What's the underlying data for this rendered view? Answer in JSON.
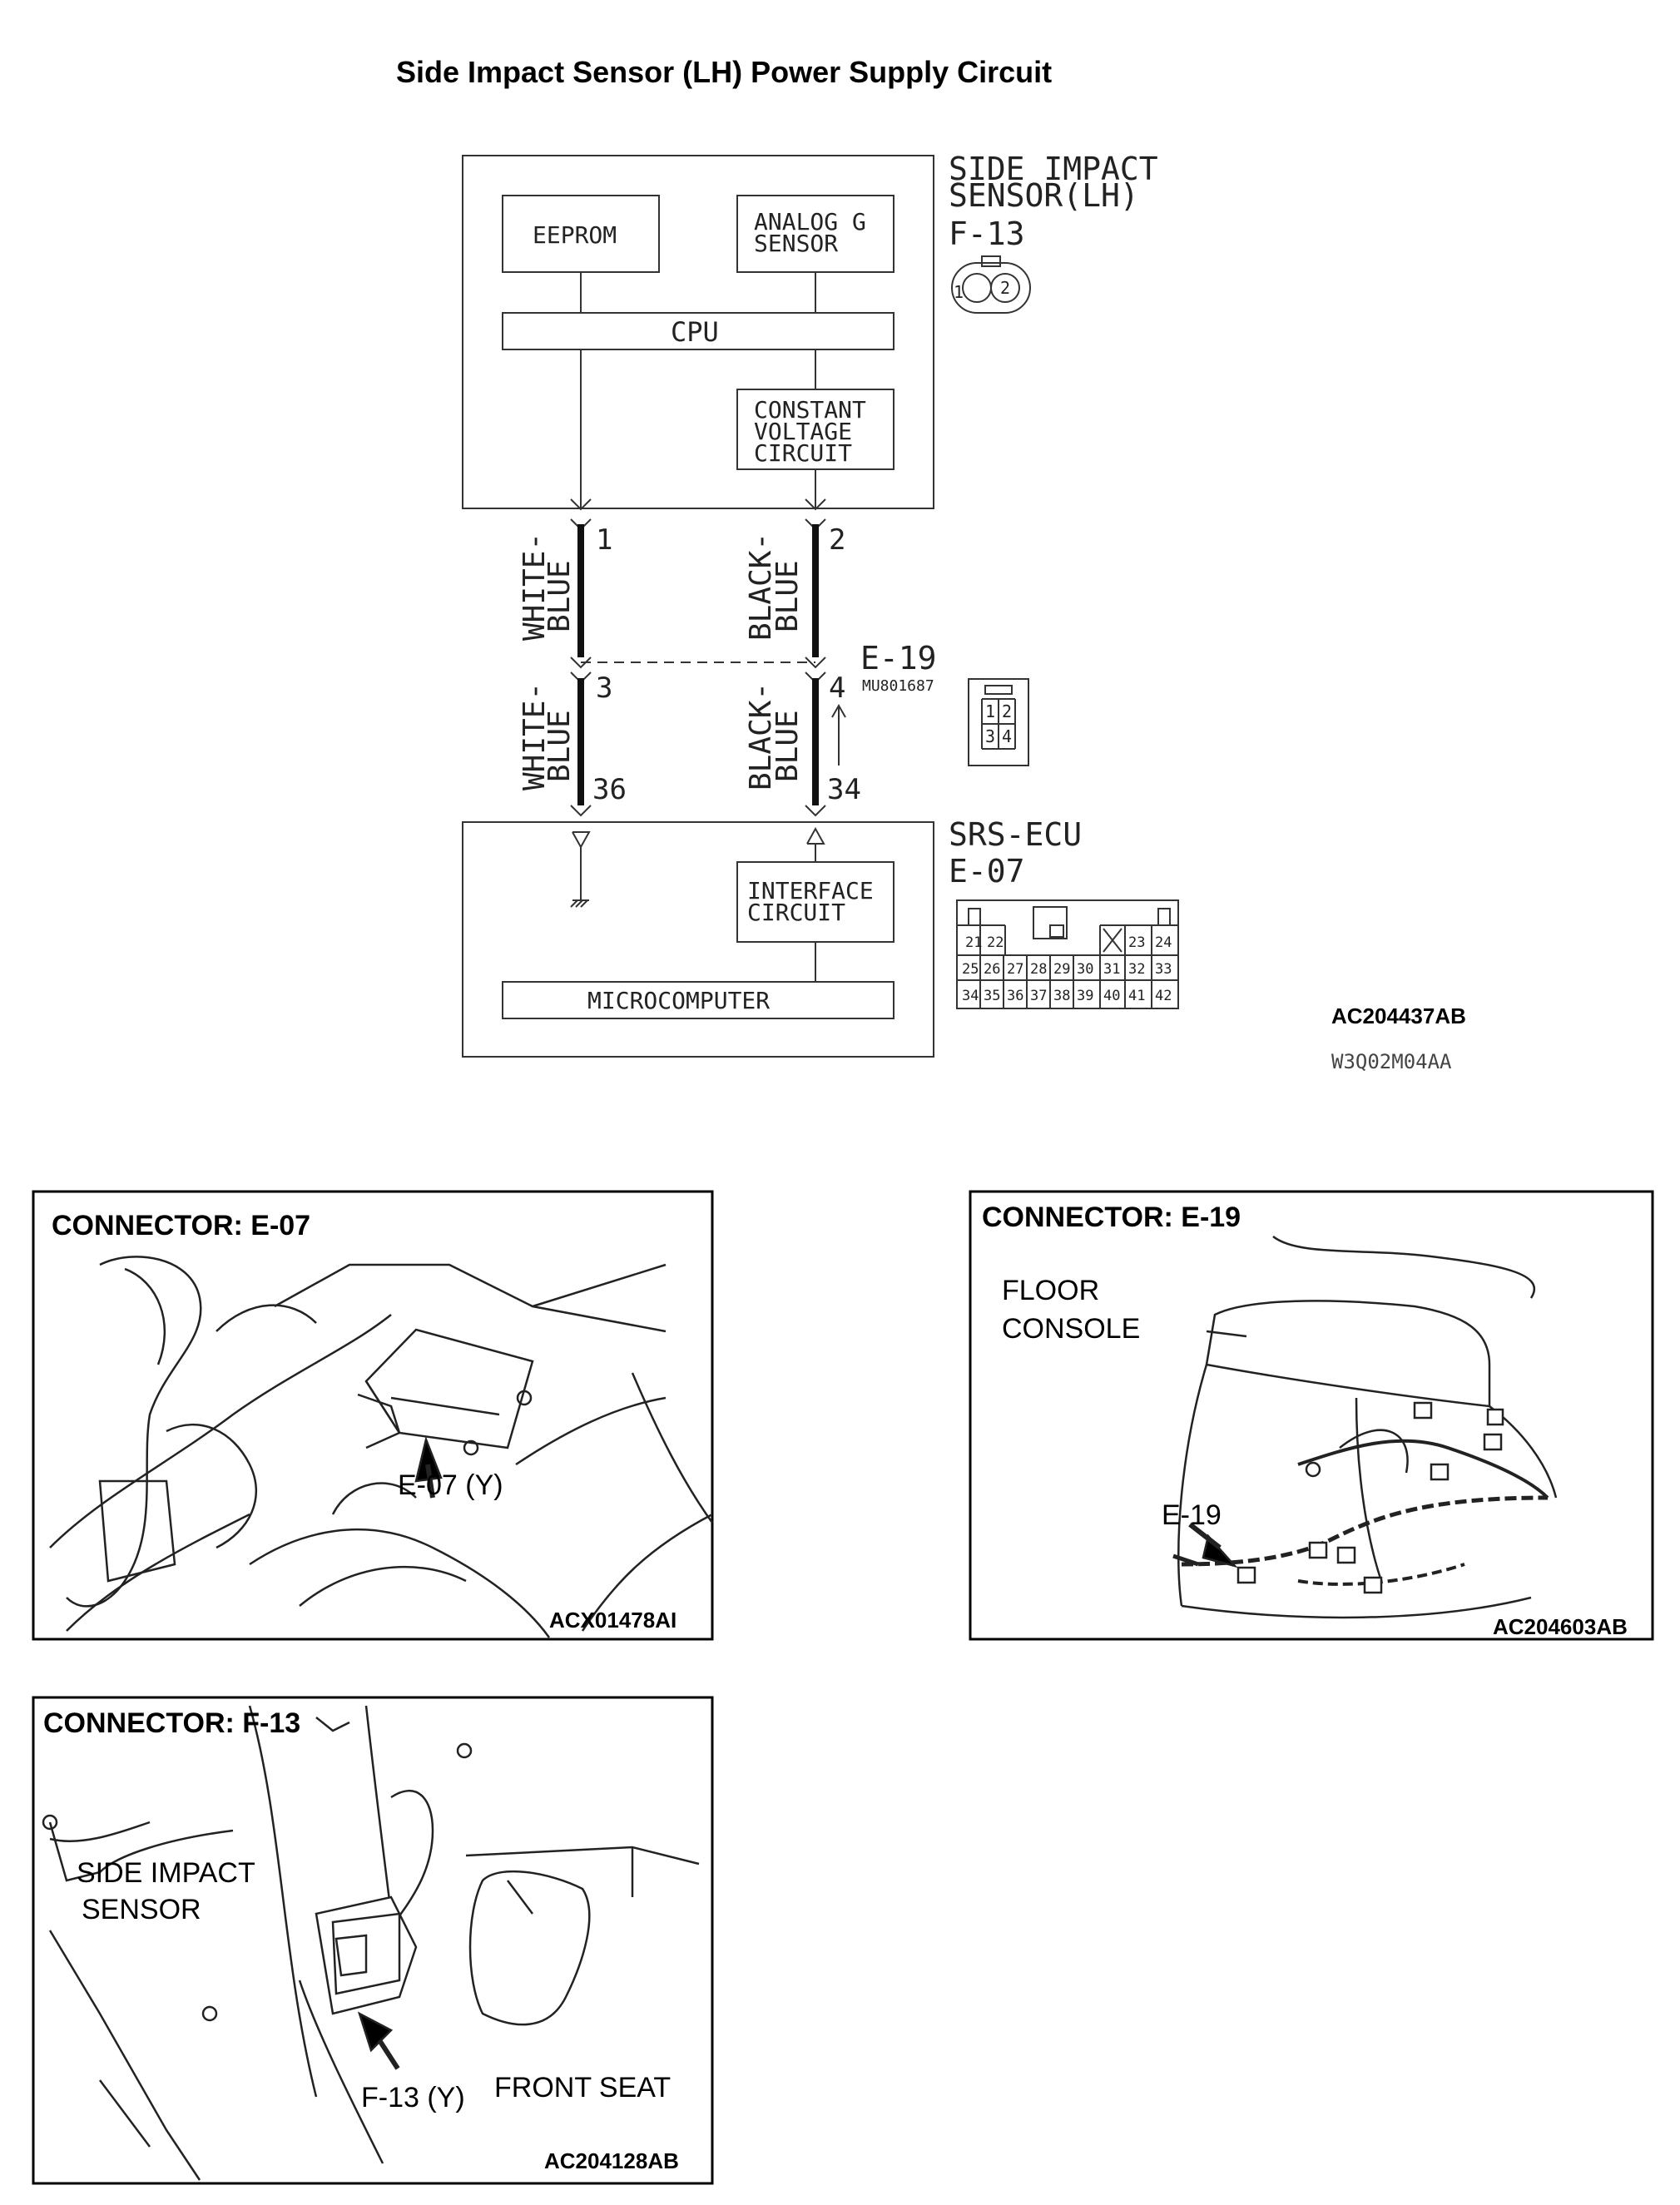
{
  "title": "Side Impact Sensor (LH) Power Supply Circuit",
  "schematic": {
    "sensor": {
      "name_line1": "SIDE IMPACT",
      "name_line2": "SENSOR(LH)",
      "connector": "F-13",
      "eeprom": "EEPROM",
      "analog_line1": "ANALOG G",
      "analog_line2": "SENSOR",
      "cpu": "CPU",
      "cv_line1": "CONSTANT",
      "cv_line2": "VOLTAGE",
      "cv_line3": "CIRCUIT",
      "pins": [
        "1",
        "2"
      ]
    },
    "wires": {
      "left_upper_1": "WHITE-",
      "left_upper_2": "BLUE",
      "right_upper_1": "BLACK-",
      "right_upper_2": "BLUE",
      "left_lower_1": "WHITE-",
      "left_lower_2": "BLUE",
      "right_lower_1": "BLACK-",
      "right_lower_2": "BLUE"
    },
    "pins": {
      "p1": "1",
      "p2": "2",
      "p3": "3",
      "p4": "4",
      "p36": "36",
      "p34": "34"
    },
    "intermediate": {
      "connector": "E-19",
      "part_number": "MU801687",
      "pins": [
        "1",
        "2",
        "3",
        "4"
      ]
    },
    "ecu": {
      "name": "SRS-ECU",
      "connector": "E-07",
      "interface_line1": "INTERFACE",
      "interface_line2": "CIRCUIT",
      "microcomputer": "MICROCOMPUTER",
      "pins_row1": [
        "21",
        "22",
        "23",
        "24"
      ],
      "pins_row2": [
        "25",
        "26",
        "27",
        "28",
        "29",
        "30",
        "31",
        "32",
        "33"
      ],
      "pins_row3": [
        "34",
        "35",
        "36",
        "37",
        "38",
        "39",
        "40",
        "41",
        "42"
      ]
    },
    "figure_code": "AC204437AB",
    "figure_code2": "W3Q02M04AA"
  },
  "panels": {
    "e07": {
      "title": "CONNECTOR: E-07",
      "callout": "E-07 (Y)",
      "code": "ACX01478AI"
    },
    "e19": {
      "title": "CONNECTOR: E-19",
      "label_line1": "FLOOR",
      "label_line2": "CONSOLE",
      "callout": "E-19",
      "code": "AC204603AB"
    },
    "f13": {
      "title": "CONNECTOR: F-13",
      "label_line1": "SIDE IMPACT",
      "label_line2": "SENSOR",
      "callout": "F-13 (Y)",
      "seat": "FRONT SEAT",
      "code": "AC204128AB"
    }
  }
}
